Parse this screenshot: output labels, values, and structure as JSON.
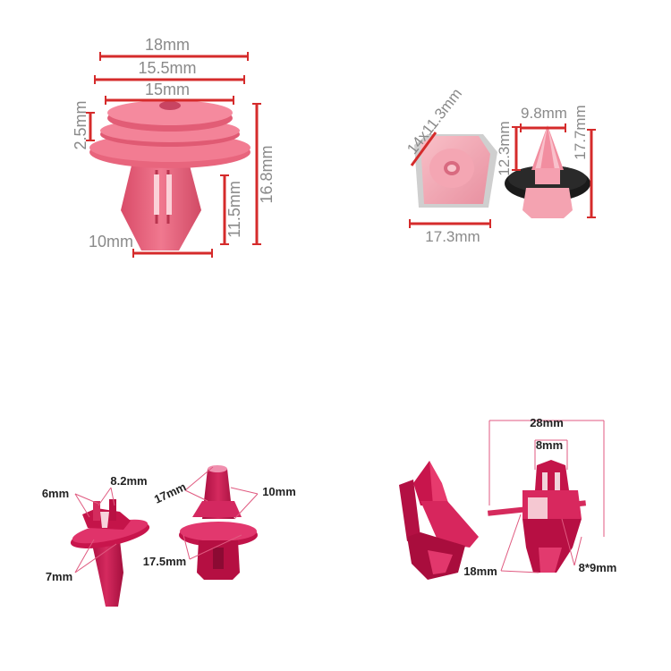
{
  "colors": {
    "clip_pink": "#e2607a",
    "clip_pink_light": "#f7a7b3",
    "clip_magenta": "#c7124a",
    "dim_red": "#d52b2b",
    "foam_black": "#1a1a1a"
  },
  "panel_a": {
    "d18": "18mm",
    "d155": "15.5mm",
    "d15": "15mm",
    "d25": "2.5mm",
    "d168": "16.8mm",
    "d115": "11.5mm",
    "d10": "10mm"
  },
  "panel_b": {
    "d14": "14x11.3mm",
    "d173": "17.3mm",
    "d98": "9.8mm",
    "d123": "12.3mm",
    "d177": "17.7mm"
  },
  "panel_c": {
    "d6": "6mm",
    "d82": "8.2mm",
    "d7": "7mm",
    "d17": "17mm",
    "d10": "10mm",
    "d175": "17.5mm"
  },
  "panel_d": {
    "d28": "28mm",
    "d8": "8mm",
    "d18": "18mm",
    "d89": "8*9mm"
  }
}
